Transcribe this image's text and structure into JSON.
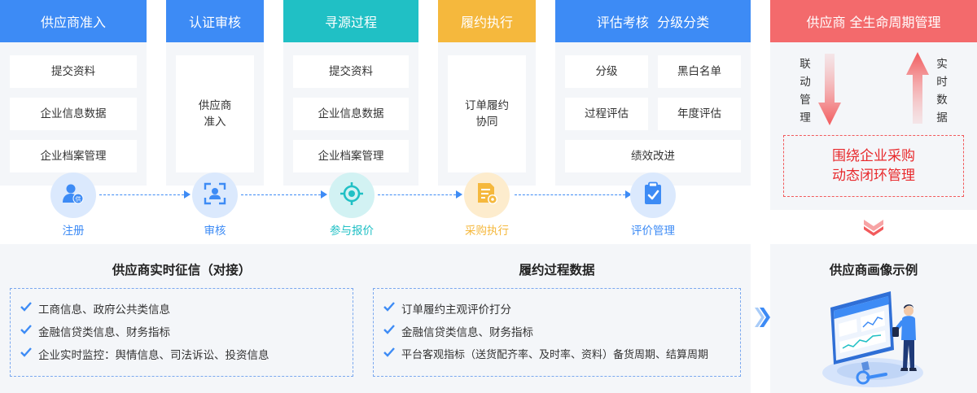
{
  "columns": [
    {
      "title": "供应商准入",
      "color": "#3d8bf5",
      "items": [
        "提交资料",
        "企业信息数据",
        "企业档案管理"
      ]
    },
    {
      "title": "认证审核",
      "color": "#3d8bf5",
      "items": [
        "供应商\n准入"
      ]
    },
    {
      "title": "寻源过程",
      "color": "#20c0c5",
      "items": [
        "提交资料",
        "企业信息数据",
        "企业档案管理"
      ]
    },
    {
      "title": "履约执行",
      "color": "#f5b83d",
      "items": [
        "订单履约\n协同"
      ]
    },
    {
      "title": "评估考核  分级分类",
      "color": "#3d8bf5",
      "items": [
        "分级",
        "黑白名单",
        "过程评估",
        "年度评估",
        "绩效改进"
      ]
    }
  ],
  "steps": [
    {
      "label": "注册",
      "color": "#3d8bf5",
      "icon": "user-supplier-icon"
    },
    {
      "label": "审核",
      "color": "#3d8bf5",
      "icon": "scan-user-icon"
    },
    {
      "label": "参与报价",
      "color": "#20c0c5",
      "icon": "target-icon"
    },
    {
      "label": "采购执行",
      "color": "#f5b83d",
      "icon": "document-icon"
    },
    {
      "label": "评价管理",
      "color": "#3d8bf5",
      "icon": "clipboard-check-icon"
    }
  ],
  "lifecycle": {
    "title": "供应商 全生命周期管理",
    "left_label": "联动管理",
    "right_label": "实时数据",
    "loop_line1": "围绕企业采购",
    "loop_line2": "动态闭环管理"
  },
  "credit_panel": {
    "title": "供应商实时征信（对接）",
    "items": [
      "工商信息、政府公共类信息",
      "金融信贷类信息、财务指标",
      "企业实时监控：舆情信息、司法诉讼、投资信息"
    ]
  },
  "process_panel": {
    "title": "履约过程数据",
    "items": [
      "订单履约主观评价打分",
      "金融信贷类信息、财务指标",
      "平台客观指标（送货配齐率、及时率、资料）备货周期、结算周期"
    ]
  },
  "portrait": {
    "title": "供应商画像示例"
  }
}
